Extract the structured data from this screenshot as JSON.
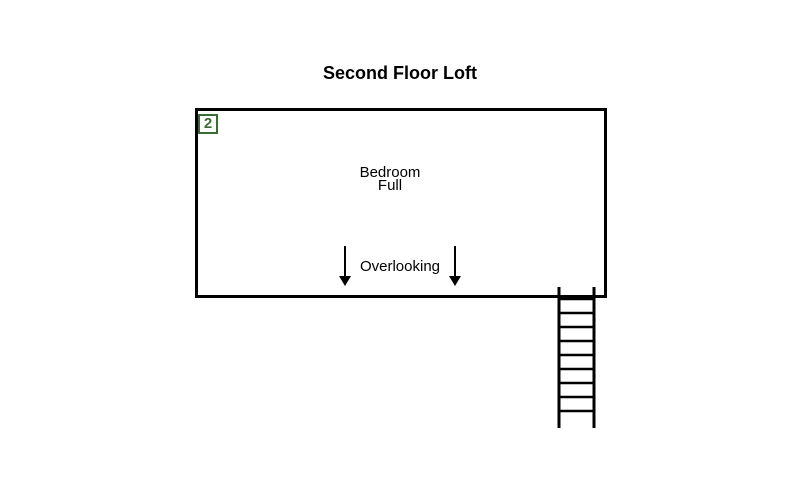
{
  "floor_plan": {
    "title": "Second Floor Loft",
    "level_badge": "2",
    "room": {
      "name": "Bedroom",
      "bed": "Full"
    },
    "overlook_label": "Overlooking",
    "colors": {
      "walls": "#000000",
      "badge": "#3a6b35",
      "background": "#ffffff"
    },
    "icons": [
      "down-arrow-icon",
      "ladder-icon"
    ]
  }
}
